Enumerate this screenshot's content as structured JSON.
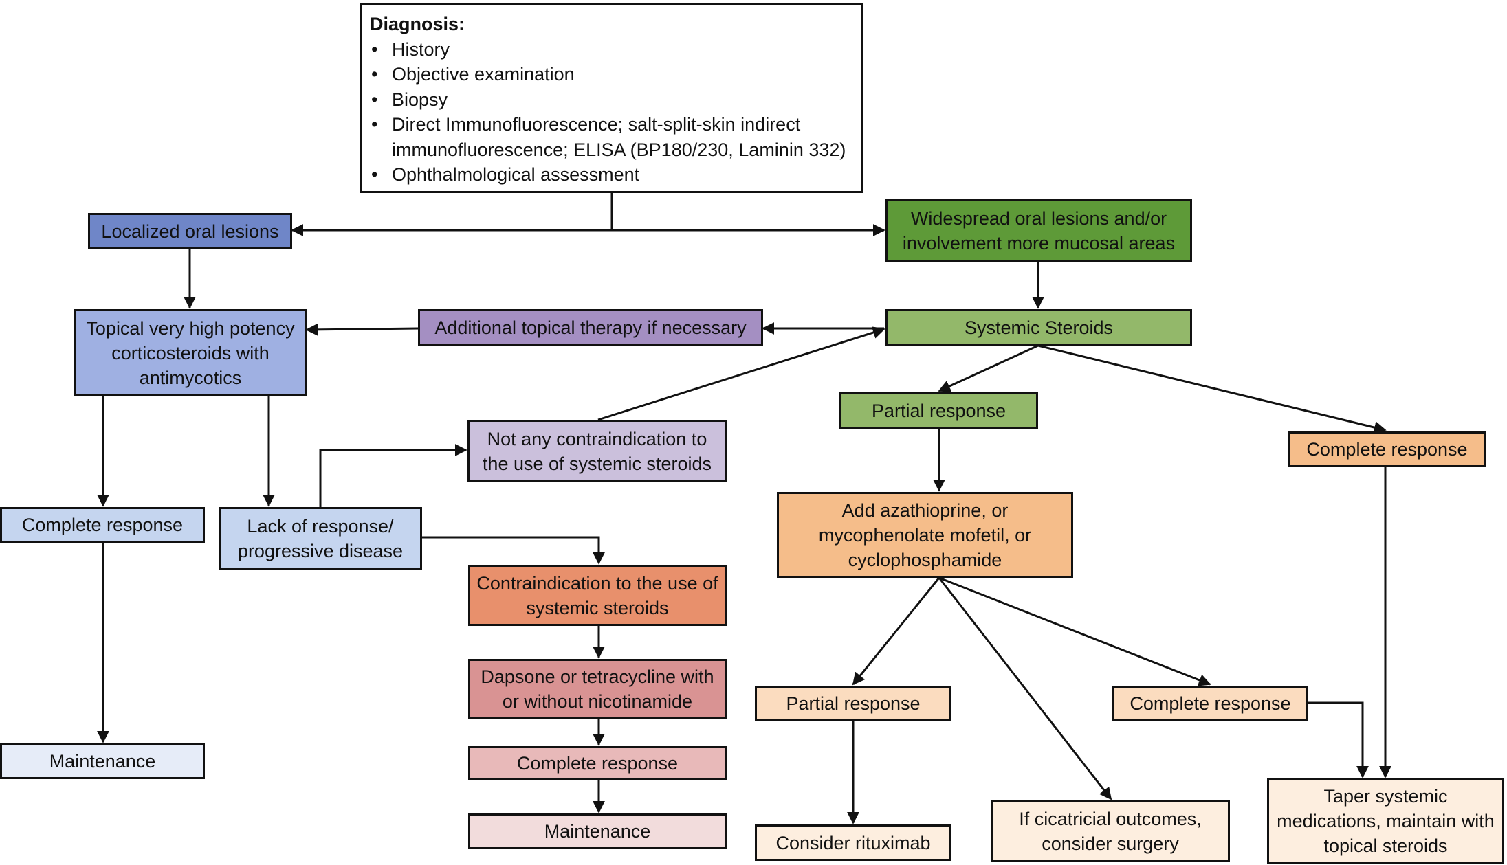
{
  "colors": {
    "diagnosis": "#e0d3f5",
    "localized": "#6f86c8",
    "topical": "#9fb0e2",
    "blue_light": "#c5d5ef",
    "blue_pale": "#e6ecf8",
    "widespread": "#5e9a38",
    "green": "#93b86a",
    "purple": "#a48fc2",
    "lavender": "#cbc0dc",
    "orange_dark": "#e8906c",
    "rose": "#d99393",
    "rose_light": "#e8b9b9",
    "rose_pale": "#f2dcdc",
    "orange": "#f5bd8a",
    "peach": "#fbdcbf",
    "peach_pale": "#fdeedf",
    "line": "#111111"
  },
  "diagnosis": {
    "title": "Diagnosis:",
    "items": [
      "History",
      "Objective examination",
      "Biopsy",
      "Direct Immunofluorescence; salt-split-skin indirect immunofluorescence; ELISA (BP180/230, Laminin 332)",
      "Ophthalmological assessment"
    ]
  },
  "nodes": {
    "localized": "Localized oral lesions",
    "widespread": "Widespread oral lesions and/or involvement more mucosal areas",
    "topical": "Topical very high potency corticosteroids with antimycotics",
    "additional": "Additional topical therapy if necessary",
    "systemic": "Systemic Steroids",
    "not_contra": "Not any contraindication to the use of systemic steroids",
    "partial1": "Partial response",
    "complete_right": "Complete response",
    "complete_left": "Complete response",
    "lack": "Lack of response/ progressive disease",
    "add_aza": "Add azathioprine, or mycophenolate mofetil, or cyclophosphamide",
    "contra": "Contraindication to the use of systemic steroids",
    "dapsone": "Dapsone or tetracycline with or without nicotinamide",
    "maint_left": "Maintenance",
    "complete_mid": "Complete response",
    "maint_mid": "Maintenance",
    "partial2": "Partial response",
    "complete3": "Complete response",
    "rituximab": "Consider rituximab",
    "surgery": "If cicatricial outcomes, consider surgery",
    "taper": "Taper systemic medications, maintain with topical steroids"
  }
}
